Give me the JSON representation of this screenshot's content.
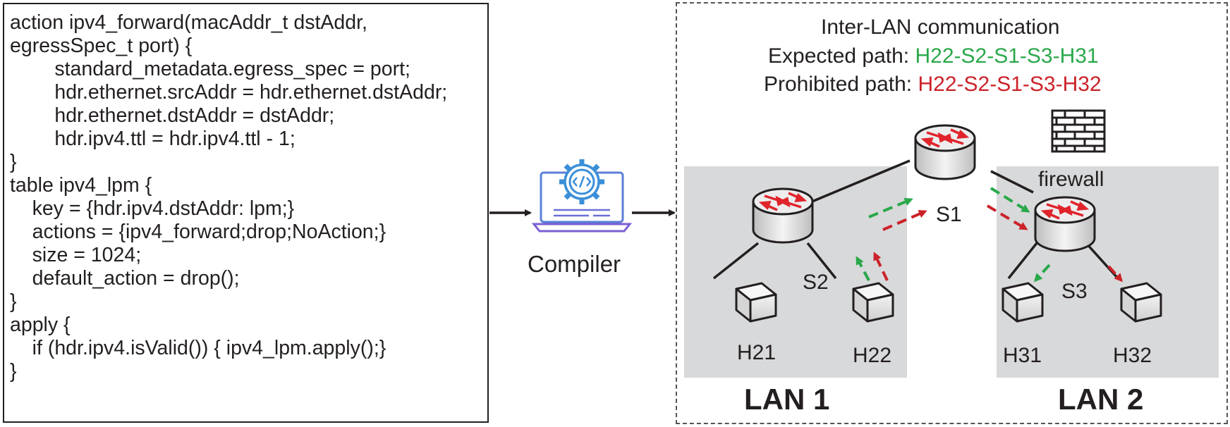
{
  "code": {
    "lines": [
      "action ipv4_forward(macAddr_t dstAddr,",
      "egressSpec_t port) {",
      "        standard_metadata.egress_spec = port;",
      "        hdr.ethernet.srcAddr = hdr.ethernet.dstAddr;",
      "        hdr.ethernet.dstAddr = dstAddr;",
      "        hdr.ipv4.ttl = hdr.ipv4.ttl - 1;",
      "}",
      "table ipv4_lpm {",
      "    key = {hdr.ipv4.dstAddr: lpm;}",
      "    actions = {ipv4_forward;drop;NoAction;}",
      "    size = 1024;",
      "    default_action = drop();",
      "}",
      "apply {",
      "    if (hdr.ipv4.isValid()) { ipv4_lpm.apply();}",
      "}"
    ]
  },
  "compiler": {
    "label": "Compiler",
    "icon": "code-gear-laptop-icon"
  },
  "diagram": {
    "title": "Inter-LAN communication",
    "expected_prefix": "Expected path: ",
    "expected_path": "H22-S2-S1-S3-H31",
    "prohibited_prefix": "Prohibited path: ",
    "prohibited_path": "H22-S2-S1-S3-H32",
    "firewall_label": "firewall",
    "switches": {
      "s1": "S1",
      "s2": "S2",
      "s3": "S3"
    },
    "hosts": {
      "h21": "H21",
      "h22": "H22",
      "h31": "H31",
      "h32": "H32"
    },
    "lans": {
      "lan1": "LAN 1",
      "lan2": "LAN 2"
    }
  },
  "colors": {
    "text": "#231f20",
    "expected": "#2aa84a",
    "prohibited": "#cc2229",
    "lan_background": "#d8d9da",
    "switch_arrow": "#e0242b",
    "icon_blue": "#3a8fd8",
    "icon_purple": "#7b5fd3"
  }
}
